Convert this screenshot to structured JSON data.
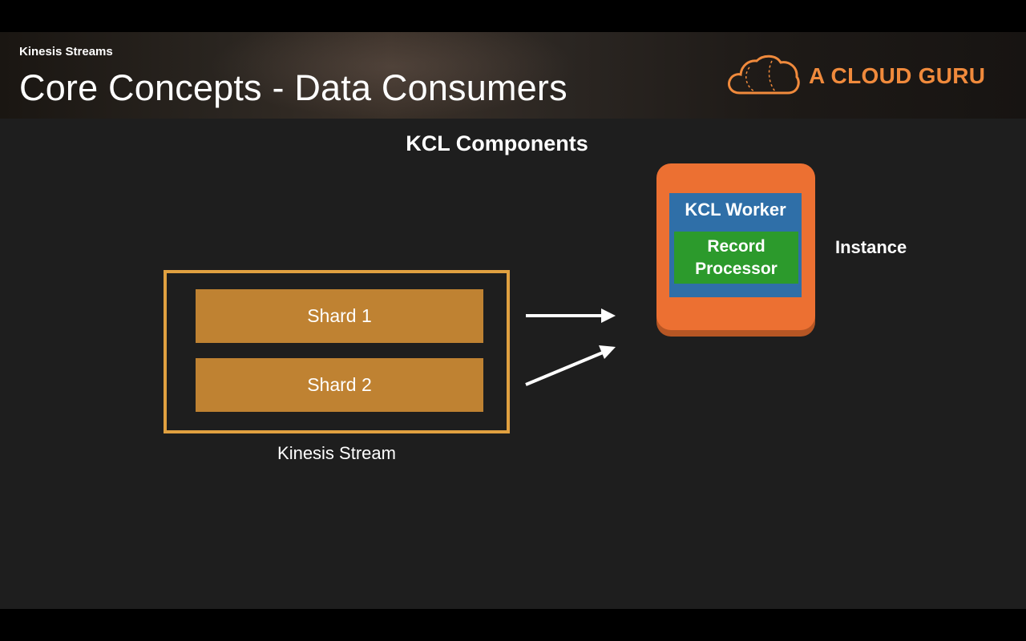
{
  "header": {
    "section_label": "Kinesis Streams",
    "title": "Core Concepts - Data Consumers",
    "brand": "A CLOUD GURU"
  },
  "diagram": {
    "title": "KCL Components",
    "stream": {
      "label": "Kinesis Stream",
      "shards": [
        "Shard 1",
        "Shard 2"
      ]
    },
    "instance": {
      "label": "Instance",
      "worker_label": "KCL Worker",
      "processor_label": "Record Processor"
    }
  },
  "colors": {
    "accent": "#f08a3c",
    "stream_border": "#e0a040",
    "shard": "#bf8232",
    "instance": "#ec7032",
    "worker": "#2f6fa8",
    "processor": "#2c9a2c"
  },
  "icons": {
    "brand_logo": "cloud-icon"
  }
}
